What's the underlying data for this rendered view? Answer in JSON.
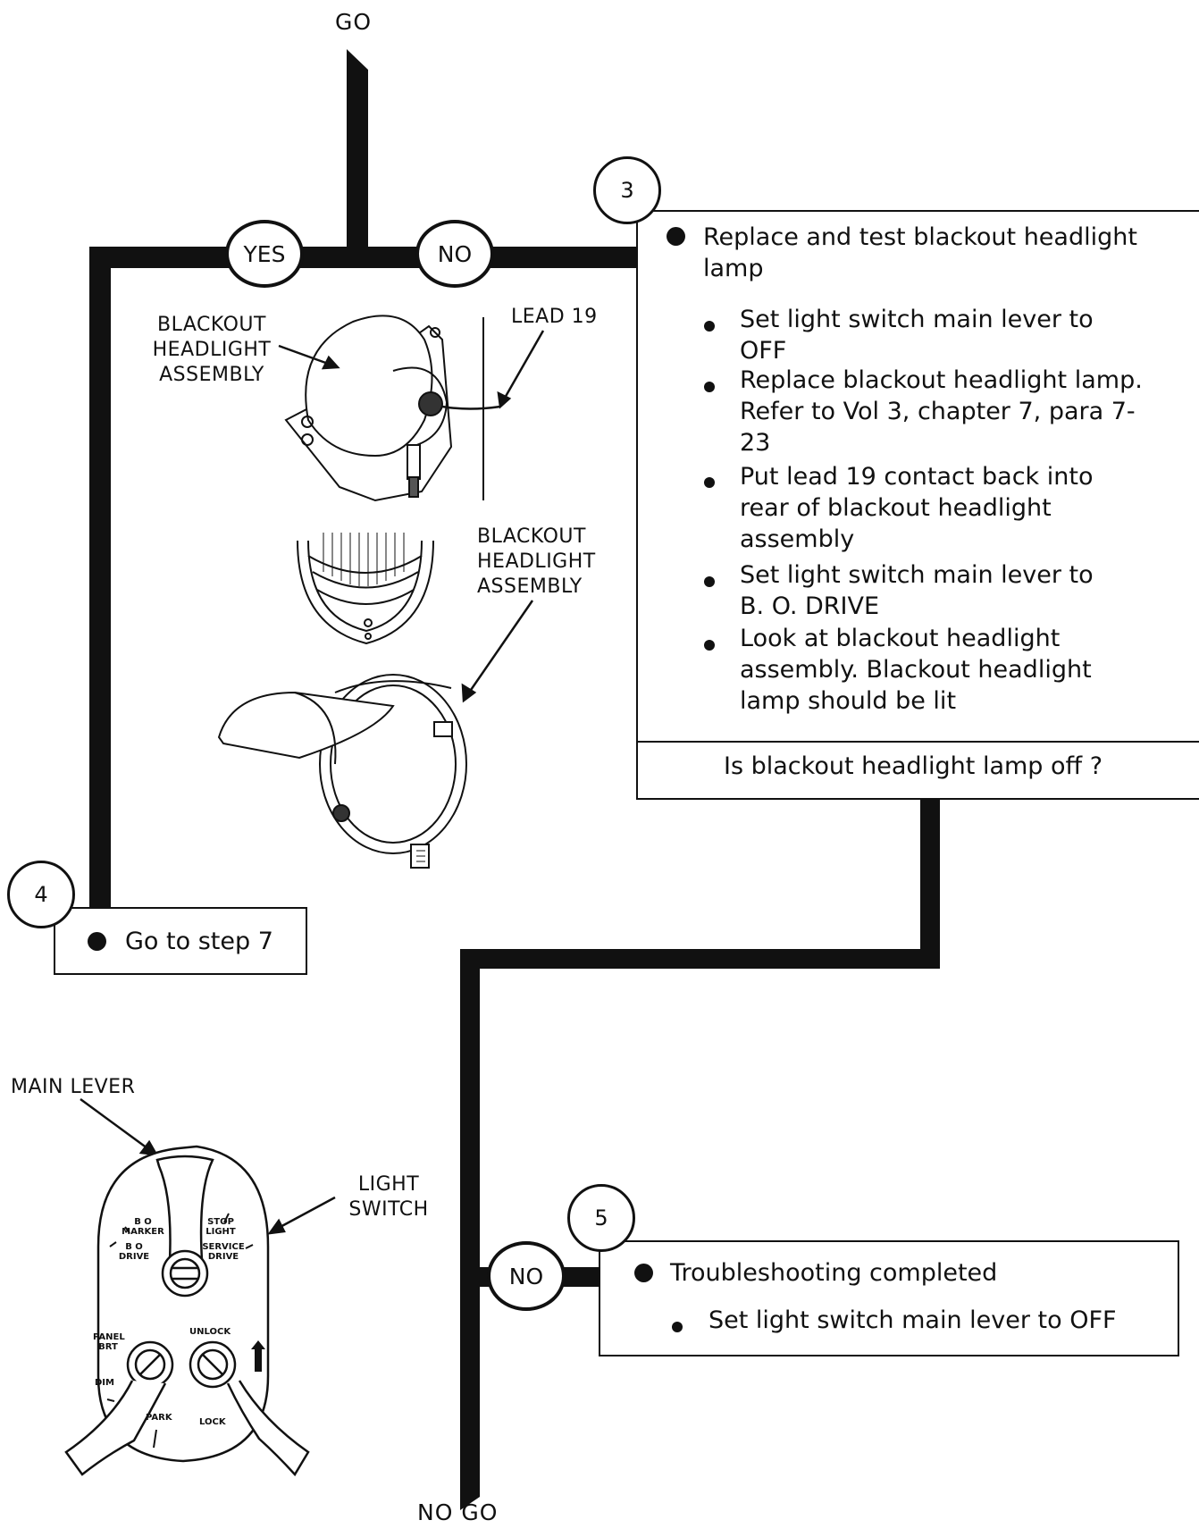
{
  "flow": {
    "go": "GO",
    "no_go": "NO GO",
    "yes": "YES",
    "no": "NO",
    "no_bottom": "NO"
  },
  "step3": {
    "number": "3",
    "main": "Replace and test blackout headlight lamp",
    "subs": [
      "Set light switch main lever to OFF",
      "Replace blackout headlight lamp. Refer to Vol 3, chapter 7, para 7-23",
      "Put lead 19 contact back into rear of blackout headlight assembly",
      "Set light switch main lever to B. O. DRIVE",
      "Look at blackout headlight assembly.  Blackout headlight lamp should be lit"
    ],
    "question": "Is blackout headlight lamp off ?"
  },
  "step4": {
    "number": "4",
    "text": "Go to step 7"
  },
  "step5": {
    "number": "5",
    "main": "Troubleshooting completed",
    "sub": "Set light switch main lever to OFF"
  },
  "callouts": {
    "bo_assembly_1": "BLACKOUT HEADLIGHT ASSEMBLY",
    "lead_19": "LEAD 19",
    "bo_assembly_2": "BLACKOUT HEADLIGHT ASSEMBLY",
    "main_lever": "MAIN LEVER",
    "light_switch": "LIGHT SWITCH"
  },
  "switch_labels": {
    "bo_marker": "B O MARKER",
    "bo_drive": "B O DRIVE",
    "stop_light": "STOP LIGHT",
    "service_drive": "SERVICE DRIVE",
    "panel_brt": "PANEL BRT",
    "dim": "DIM",
    "unlock": "UNLOCK",
    "park": "PARK",
    "lock": "LOCK"
  }
}
